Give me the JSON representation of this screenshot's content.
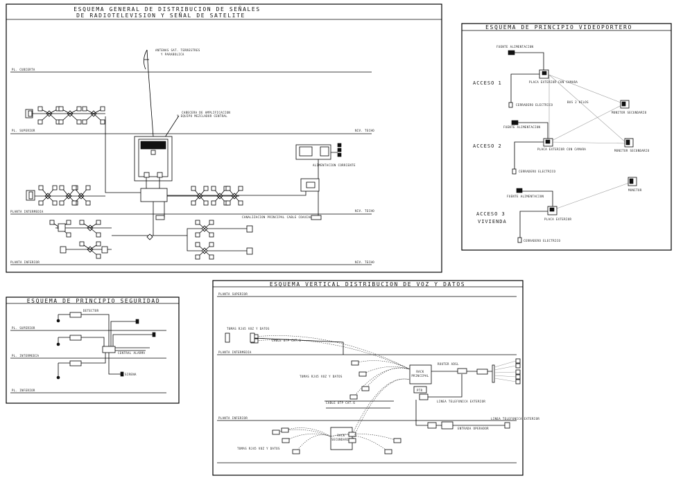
{
  "panels": {
    "tv": {
      "title_line1": "ESQUEMA GENERAL DE DISTRIBUCION DE SEÑALES",
      "title_line2": "DE RADIOTELEVISION Y SEÑAL DE SATELITE",
      "antenna_label_1": "ANTENAS SAT. TERRESTRES",
      "antenna_label_2": "Y PARABOLICA",
      "cabecera_label_1": "CABECERA DE AMPLIFICACION",
      "cabecera_label_2": "Y EQUIPO MEZCLADOR CENTRAL",
      "alimentacion_label": "ALIMENTACION CORRIENTE",
      "floor_cubierta": "PL. CUBIERTA",
      "floor_superior": "PL. SUPERIOR",
      "floor_intermedia": "PLANTA INTERMEDIA",
      "floor_inferior": "PLANTA INFERIOR",
      "level_right_1": "NIV. TECHO",
      "level_right_2": "NIV. TECHO",
      "level_right_3": "NIV. TECHO",
      "riser_label": "CANALIZACION PRINCIPAL CABLE COAXIAL"
    },
    "video": {
      "title": "ESQUEMA DE PRINCIPIO VIDEOPORTERO",
      "acceso_1": "ACCESO 1",
      "acceso_2": "ACCESO 2",
      "acceso_3_line1": "ACCESO 3",
      "acceso_3_line2": "VIVIENDA",
      "fuente_1": "FUENTE ALIMENTACION",
      "fuente_2": "FUENTE ALIMENTACION",
      "fuente_3": "FUENTE ALIMENTACION",
      "placa_1": "PLACA EXTERIOR CON CAMARA",
      "placa_2": "PLACA EXTERIOR CON CAMARA",
      "placa_3": "PLACA EXTERIOR",
      "cerradero_1": "CERRADERO ELECTRICO",
      "cerradero_2": "CERRADERO ELECTRICO",
      "cerradero_3": "CERRADERO ELECTRICO",
      "monitor_1": "MONITOR SECUNDARIO",
      "monitor_2": "MONITOR SECUNDARIO",
      "monitor_3": "MONITOR",
      "bus_label": "BUS 2 HILOS"
    },
    "security": {
      "title": "ESQUEMA DE PRINCIPIO SEGURIDAD",
      "floor_superior": "PL. SUPERIOR",
      "floor_intermedia": "PL. INTERMEDIA",
      "floor_inferior": "PL. INFERIOR",
      "central_label": "CENTRAL ALARMA",
      "detector_label": "DETECTOR",
      "sirena_label": "SIRENA"
    },
    "voice": {
      "title": "ESQUEMA VERTICAL DISTRIBUCION DE VOZ Y DATOS",
      "rack_main_line1": "RACK",
      "rack_main_line2": "PRINCIPAL",
      "rack_secondary_line1": "RACK",
      "rack_secondary_line2": "SECUNDARIO",
      "floor_superior": "PLANTA SUPERIOR",
      "floor_intermedia": "PLANTA INTERMEDIA",
      "floor_inferior": "PLANTA INFERIOR",
      "tomas_label": "TOMAS RJ45 VOZ Y DATOS",
      "router_label": "ROUTER ADSL",
      "linea_label": "LINEA TELEFONICA EXTERIOR",
      "cable_label": "CABLE UTP CAT.6",
      "entrada_label": "ENTRADA OPERADOR",
      "ptr_label": "PTR"
    }
  }
}
